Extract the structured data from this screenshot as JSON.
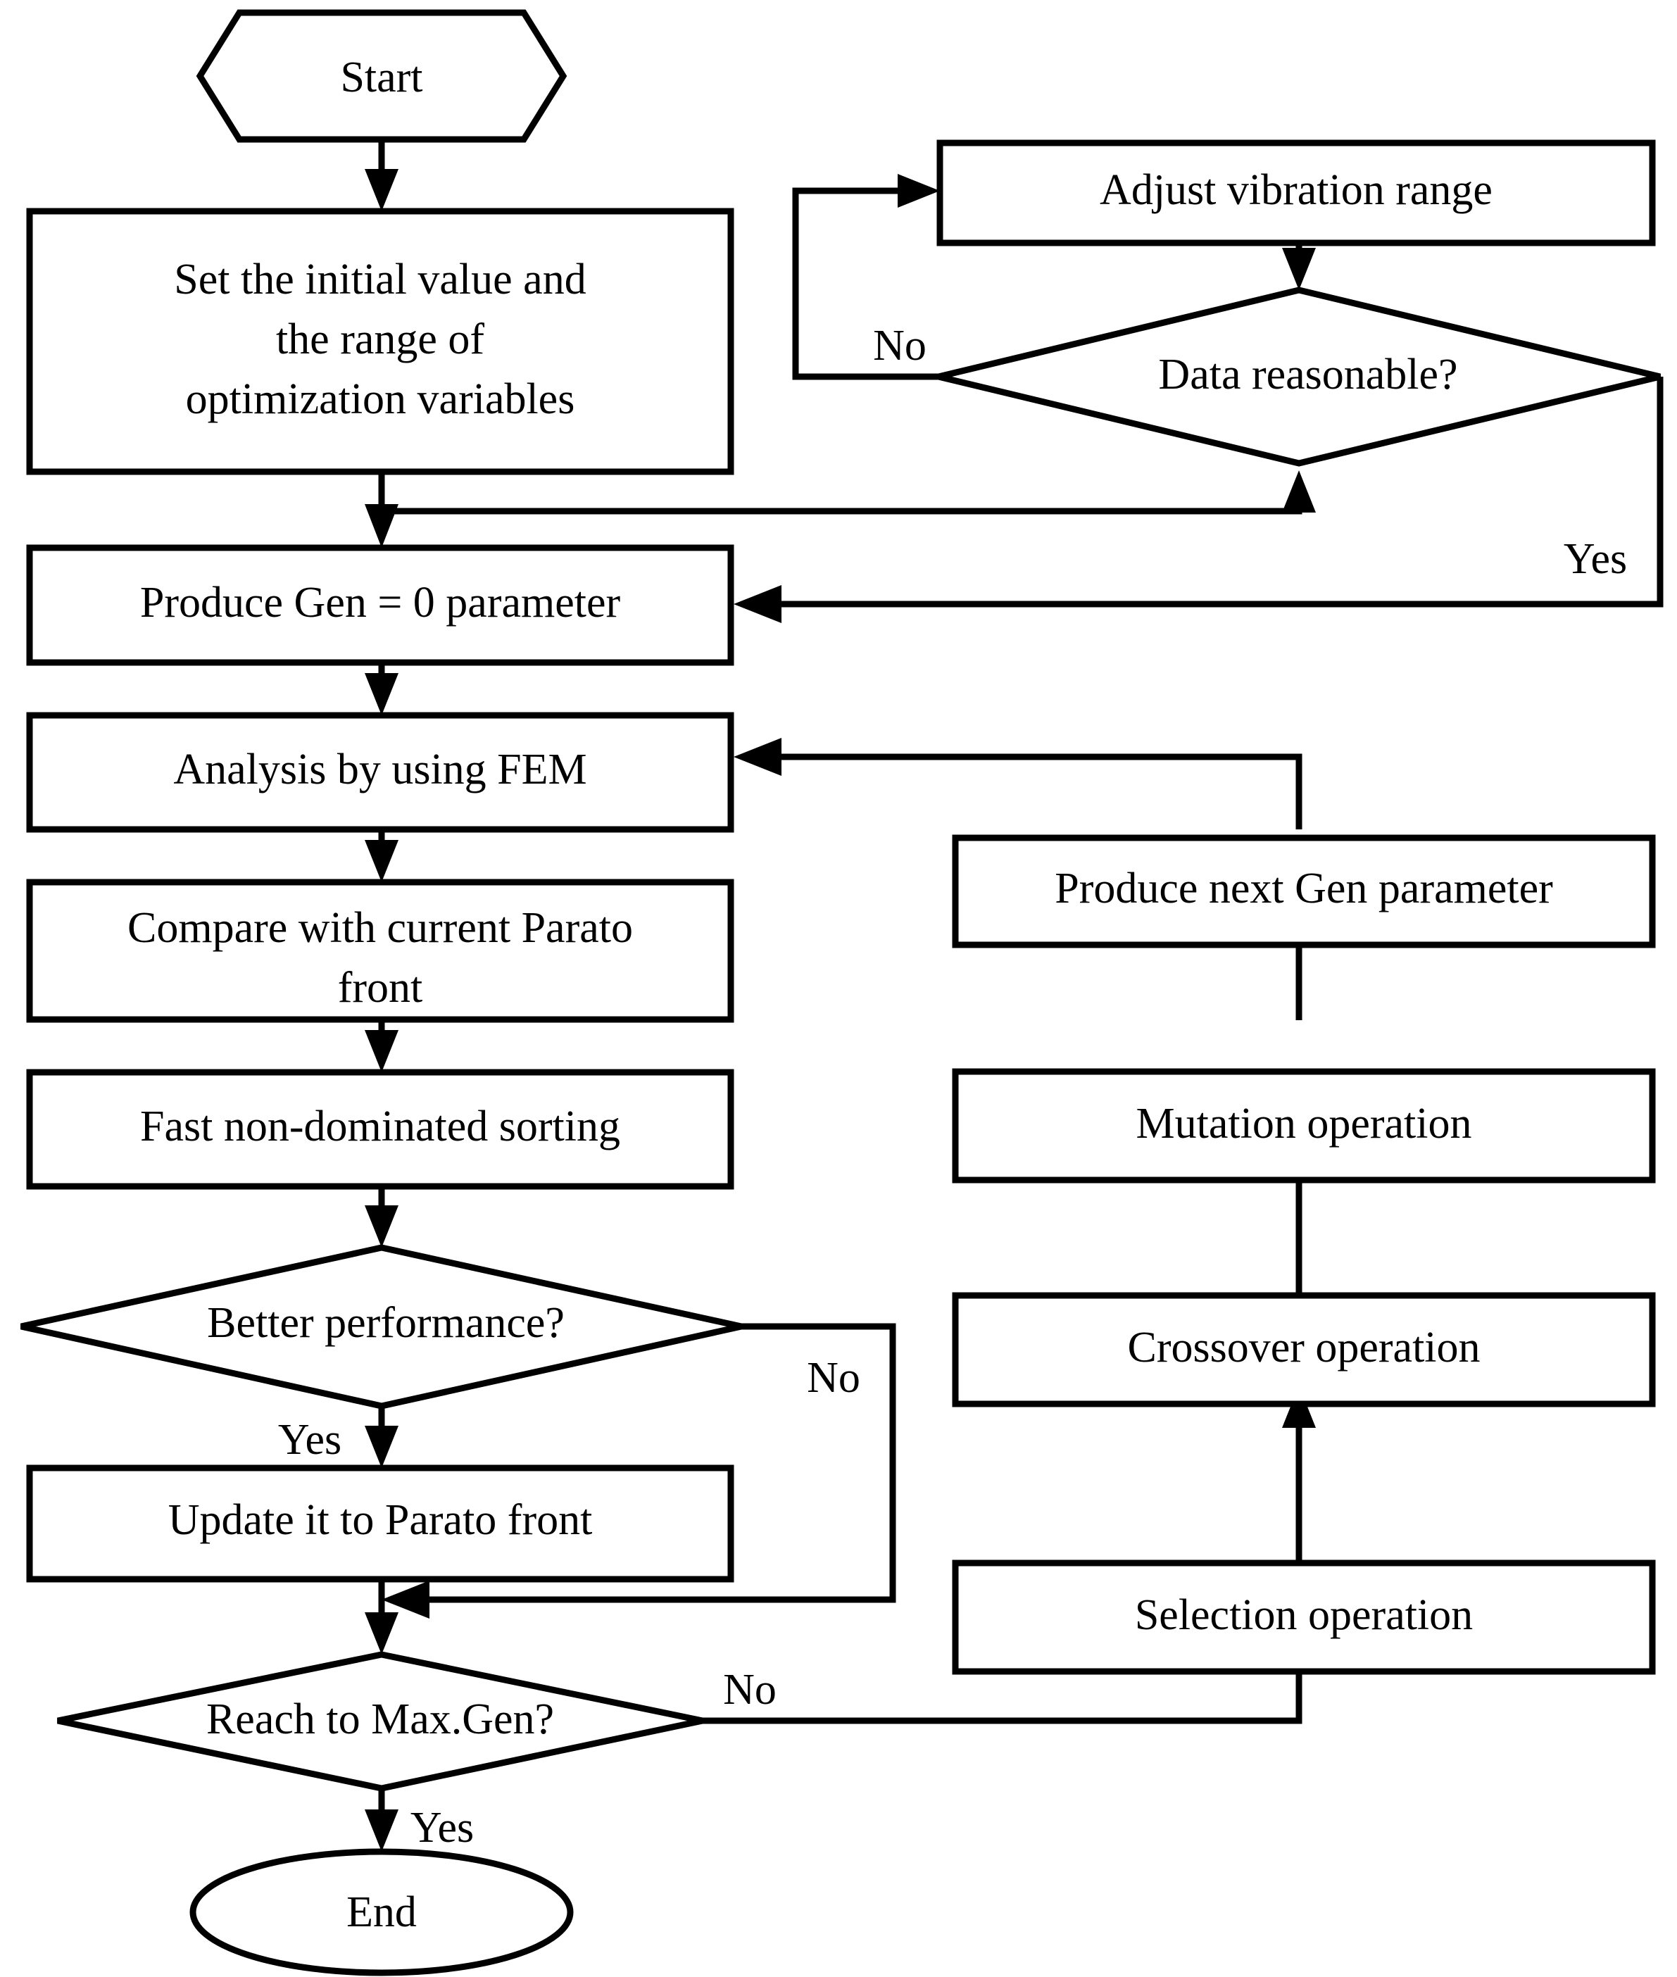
{
  "diagram": {
    "title": "Multi-objective optimization flowchart",
    "background_color": "#ffffff",
    "line_color": "#000000",
    "text_color": "#000000"
  },
  "nodes": {
    "start": {
      "label": "Start",
      "shape": "hexagon"
    },
    "set_initial": {
      "line1": "Set the initial value and",
      "line2": "the range of",
      "line3": "optimization variables",
      "shape": "rect"
    },
    "adjust_vibration": {
      "label": "Adjust vibration range",
      "shape": "rect"
    },
    "data_reasonable": {
      "label": "Data reasonable?",
      "shape": "diamond"
    },
    "produce_gen0": {
      "label": "Produce Gen = 0 parameter",
      "shape": "rect"
    },
    "analysis_fem": {
      "label": "Analysis by using FEM",
      "shape": "rect"
    },
    "compare_parato": {
      "line1": "Compare with current Parato",
      "line2": "front",
      "shape": "rect"
    },
    "fast_sorting": {
      "label": "Fast non-dominated sorting",
      "shape": "rect"
    },
    "better_performance": {
      "label": "Better performance?",
      "shape": "diamond"
    },
    "update_parato": {
      "label": "Update it to Parato front",
      "shape": "rect"
    },
    "reach_max_gen": {
      "label": "Reach to Max.Gen?",
      "shape": "diamond"
    },
    "end": {
      "label": "End",
      "shape": "ellipse"
    },
    "produce_next_gen": {
      "label": "Produce next Gen  parameter",
      "shape": "rect"
    },
    "mutation": {
      "label": "Mutation operation",
      "shape": "rect"
    },
    "crossover": {
      "label": "Crossover operation",
      "shape": "rect"
    },
    "selection": {
      "label": "Selection operation",
      "shape": "rect"
    }
  },
  "edge_labels": {
    "data_reasonable_no": "No",
    "data_reasonable_yes": "Yes",
    "better_performance_no": "No",
    "better_performance_yes": "Yes",
    "reach_max_gen_no": "No",
    "reach_max_gen_yes": "Yes"
  }
}
